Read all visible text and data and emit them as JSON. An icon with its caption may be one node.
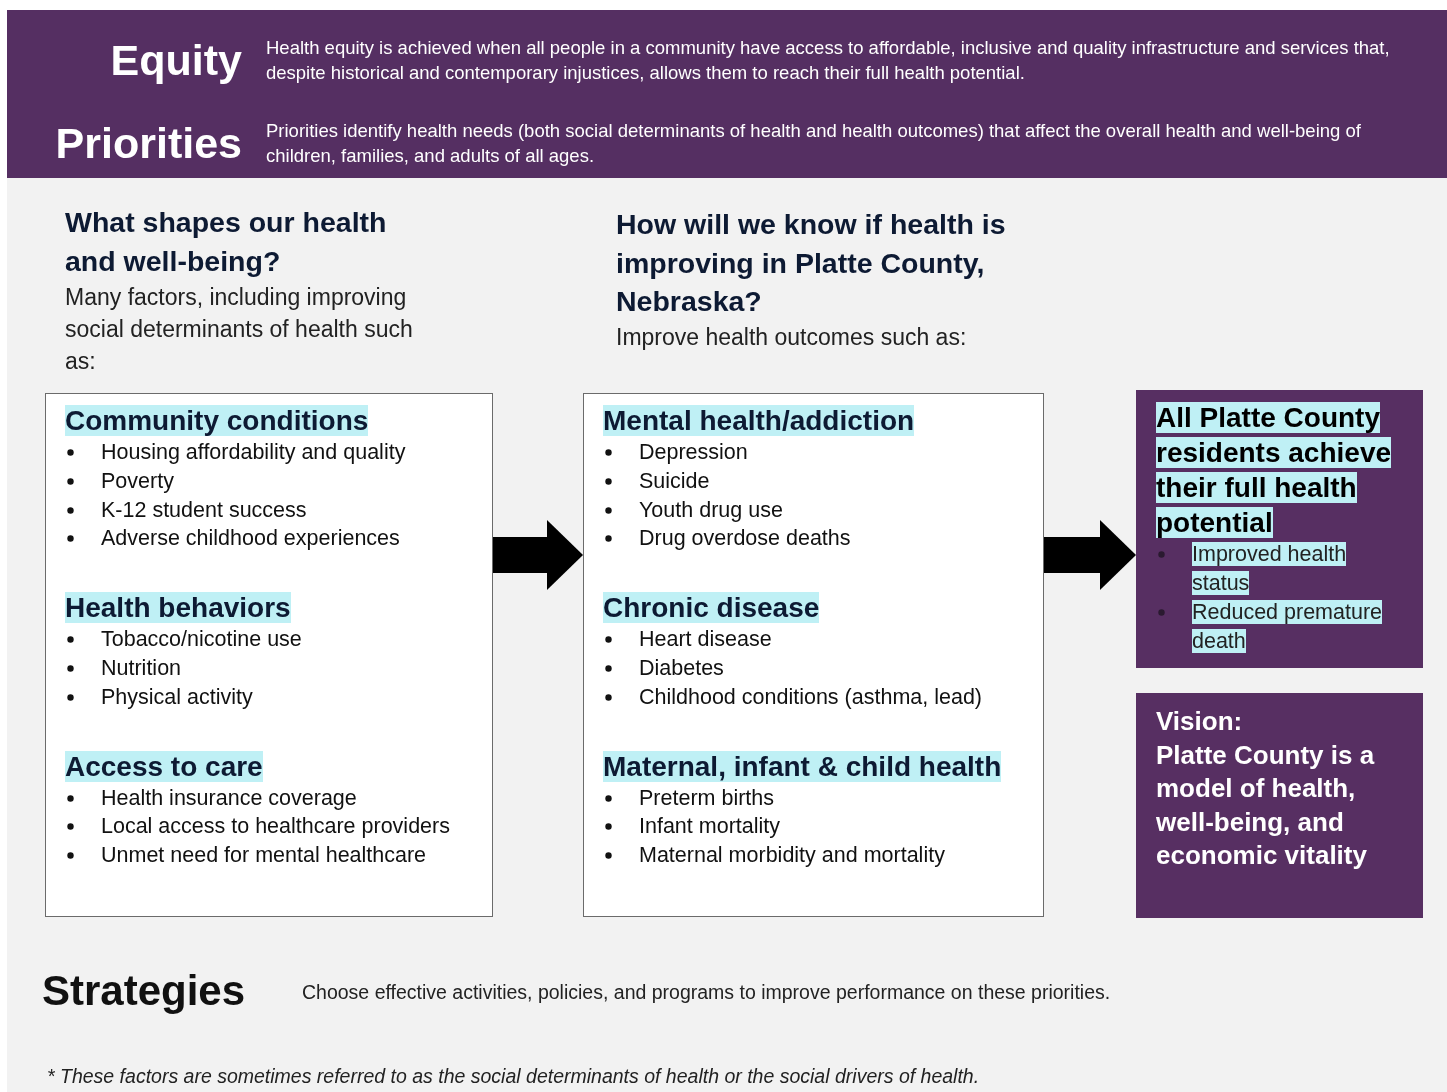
{
  "diagram": {
    "nodes": [
      {
        "text": [
          "Equity",
          "Health equity is achieved when all people in a community have access to affordable, inclusive and quality infrastructure and services that, despite historical and contemporary injustices, allows them to reach their full health potential.",
          "Priorities",
          "Priorities identify health needs (both social determinants of health and health outcomes) that affect the overall health and well-being of children, families, and adults of all ages."
        ]
      },
      {
        "text": [
          "Community conditions",
          "Housing affordability and quality",
          "Poverty",
          "K-12 student success",
          "Adverse childhood experiences",
          "Health behaviors",
          "Tobacco/nicotine use",
          "Nutrition",
          "Physical activity",
          "Access to care",
          "Health insurance coverage",
          "Local access to healthcare providers",
          "Unmet need for mental healthcare"
        ]
      },
      {
        "text": [
          "Mental health/addiction",
          "Depression",
          "Suicide",
          "Youth drug use",
          "Drug overdose deaths",
          "Chronic disease",
          "Heart disease",
          "Diabetes",
          "Childhood conditions (asthma, lead)",
          "Maternal, infant & child health",
          "Preterm births",
          "Infant mortality",
          "Maternal morbidity and mortality"
        ]
      },
      {
        "text": [
          "All Platte County residents achieve their full health potential",
          "Improved health status",
          "Reduced premature death"
        ]
      },
      {
        "text": [
          "Vision:",
          "Platte County is a model of health, well-being, and economic vitality"
        ]
      }
    ],
    "edges": [
      {
        "from": 1,
        "to": 2,
        "arrow": "to"
      },
      {
        "from": 2,
        "to": 3,
        "arrow": "to"
      }
    ],
    "labels": [
      "What shapes our health and well-being?",
      "Many factors, including improving social determinants of health such as:",
      "How will we know if health is improving in Platte County, Nebraska?",
      "Improve health outcomes such as:",
      "Strategies",
      "Choose effective activities, policies, and programs to improve performance on these priorities.",
      "* These factors are sometimes referred to as the social determinants of health or the social drivers of health."
    ]
  }
}
